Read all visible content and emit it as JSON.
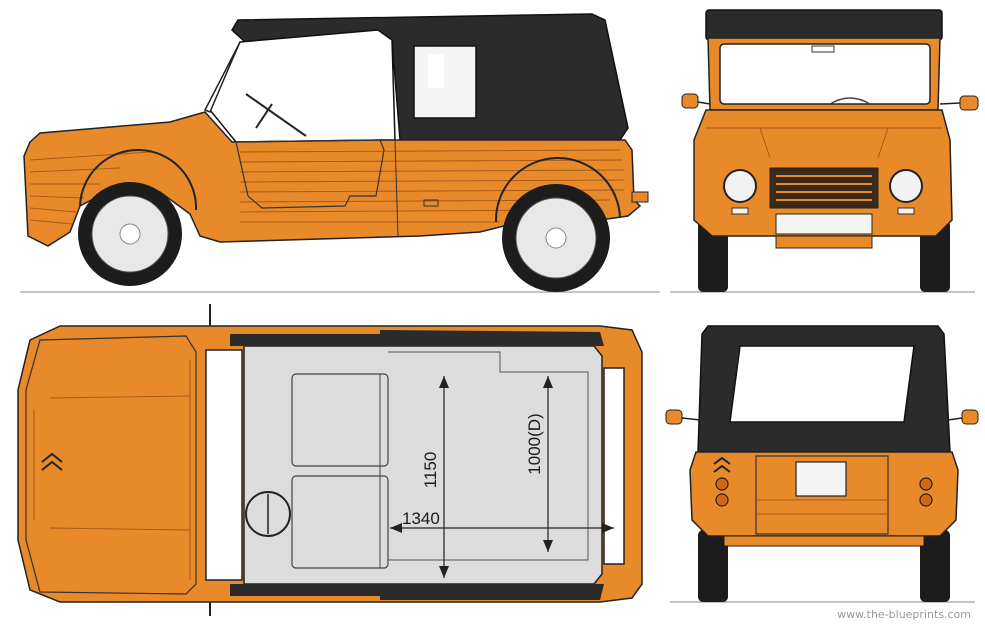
{
  "colors": {
    "body": "#e88a2a",
    "body_dark": "#b8641a",
    "top": "#2b2b2b",
    "glass": "#f4f4f4",
    "interior": "#dcdcdc",
    "tire": "#1c1c1c",
    "line": "#2a2a2a"
  },
  "dimensions": {
    "length_interior": "1150",
    "width_interior": "1340",
    "depth_interior": "1000(D)"
  },
  "watermark": "www.the-blueprints.com"
}
